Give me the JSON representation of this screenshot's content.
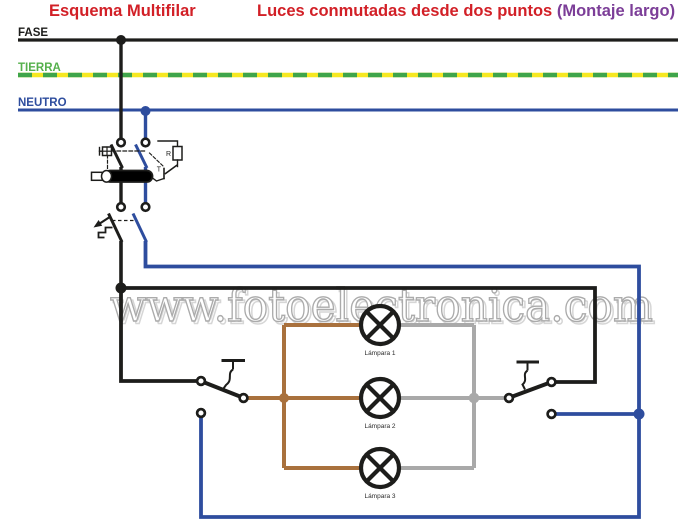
{
  "title": {
    "left": "Esquema Multifilar",
    "main": "Luces conmutadas desde dos puntos",
    "suffix": "(Montaje largo)"
  },
  "rails": {
    "fase": "FASE",
    "tierra": "TIERRA",
    "neutro": "NEUTRO"
  },
  "watermark": "www.fotoelectronica.com",
  "rcd": {
    "resistor_label": "R",
    "test_label": "T"
  },
  "lamps": [
    {
      "label": "Lámpara 1"
    },
    {
      "label": "Lámpara 2"
    },
    {
      "label": "Lámpara 3"
    }
  ],
  "colors": {
    "phase_black": "#1d1d1b",
    "neutral_blue": "#2e4d9e",
    "earth_yellow": "#f6e821",
    "earth_green": "#3fa54a",
    "earth_label_green": "#55b04c",
    "lamp_wire_brown": "#a9713d",
    "lamp_wire_gray": "#a9a9a9",
    "title_red": "#d22027",
    "title_purple": "#7c3e98",
    "watermark_gray": "#ababab",
    "text_dark": "#2b2b2b"
  }
}
